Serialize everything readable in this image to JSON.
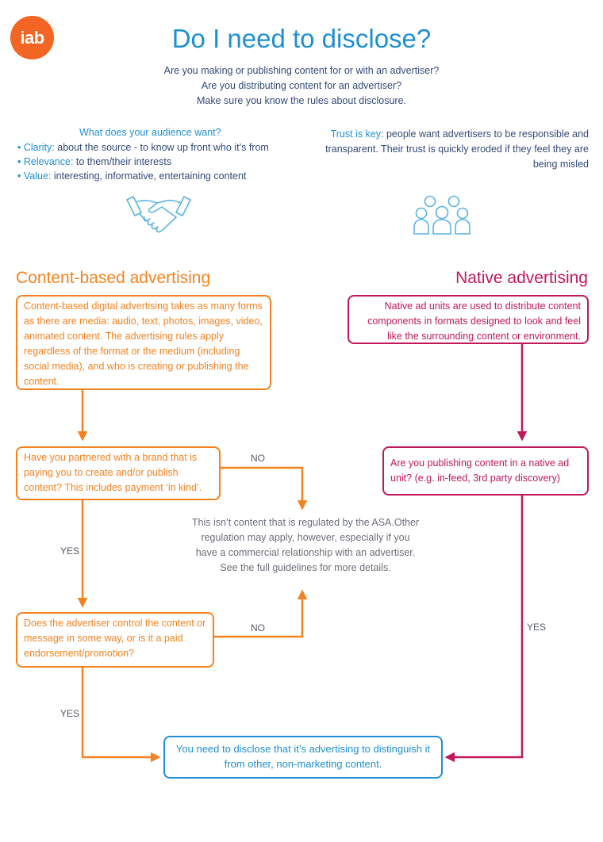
{
  "logo": {
    "text": "iab"
  },
  "header": {
    "title": "Do I need to disclose?",
    "lines": [
      "Are you making or publishing content for or with an advertiser?",
      "Are you distributing content for an advertiser?",
      "Make sure you know the rules about disclosure."
    ]
  },
  "audience": {
    "heading": "What does your audience want?",
    "items": [
      {
        "term": "Clarity:",
        "text": " about the source - to know up front who it’s from"
      },
      {
        "term": "Relevance:",
        "text": " to them/their interests"
      },
      {
        "term": "Value:",
        "text": " interesting, informative, entertaining content"
      }
    ]
  },
  "trust": {
    "term": "Trust is key:",
    "text": " people want advertisers to be responsible and transparent. Their trust is quickly eroded if they feel they are being misled"
  },
  "icons": {
    "left": "handshake-icon",
    "right": "people-group-icon"
  },
  "content_based": {
    "title": "Content-based advertising",
    "intro": "Content-based digital advertising takes as many forms as there are media: audio, text, photos, images, video, animated content. The advertising rules apply regardless of the format or the medium (including social media), and who is creating or publishing the content.",
    "q1": "Have you partnered with a brand that is paying you to create and/or publish content? This includes payment ‘in kind’.",
    "q2": "Does the advertiser control the content or message in some way, or is it a paid endorsement/promotion?"
  },
  "native": {
    "title": "Native advertising",
    "intro": "Native ad units are used to distribute content components in formats designed to look and feel like the surrounding content or environment.",
    "q1": "Are you publishing content in a native ad unit? (e.g. in-feed, 3rd party discovery)"
  },
  "not_regulated": "This isn’t content that is regulated by the ASA.Other regulation may apply, however, especially if you have a commercial relationship with an advertiser. See the full guidelines for more details.",
  "outcome": "You need to disclose that it’s advertising to distinguish it from other, non-marketing content.",
  "labels": {
    "no1": "NO",
    "no2": "NO",
    "yes1": "YES",
    "yes2": "YES",
    "yes_native": "YES"
  },
  "colors": {
    "orange": "#f5821f",
    "magenta": "#c2185b",
    "blue": "#1f8fd3",
    "navy": "#334a7a",
    "logo": "#f26522"
  }
}
